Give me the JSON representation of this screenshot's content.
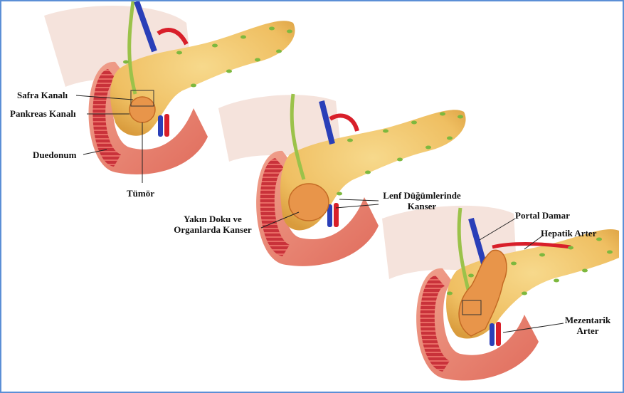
{
  "colors": {
    "frame_border": "#5b8fd6",
    "pancreas": "#f2c56e",
    "duodenum": "#e8826e",
    "duodenum_inner": "#c9323a",
    "tumor": "#e8954a",
    "vein_blue": "#2a3fb8",
    "artery_red": "#d81f2a",
    "bile_duct": "#9bc24a",
    "lymph_node": "#7db83e",
    "stomach": "#f3dcd3"
  },
  "labels": {
    "safra_kanali": "Safra Kanalı",
    "pankreas_kanali": "Pankreas Kanalı",
    "duedonum": "Duedonum",
    "tumor": "Tümör",
    "lenf_line1": "Lenf Düğümlerinde",
    "lenf_line2": "Kanser",
    "yakin_line1": "Yakın Doku ve",
    "yakin_line2": "Organlarda Kanser",
    "portal_damar": "Portal Damar",
    "hepatik_arter": "Hepatik Arter",
    "mezentarik_line1": "Mezentarik",
    "mezentarik_line2": "Arter"
  }
}
